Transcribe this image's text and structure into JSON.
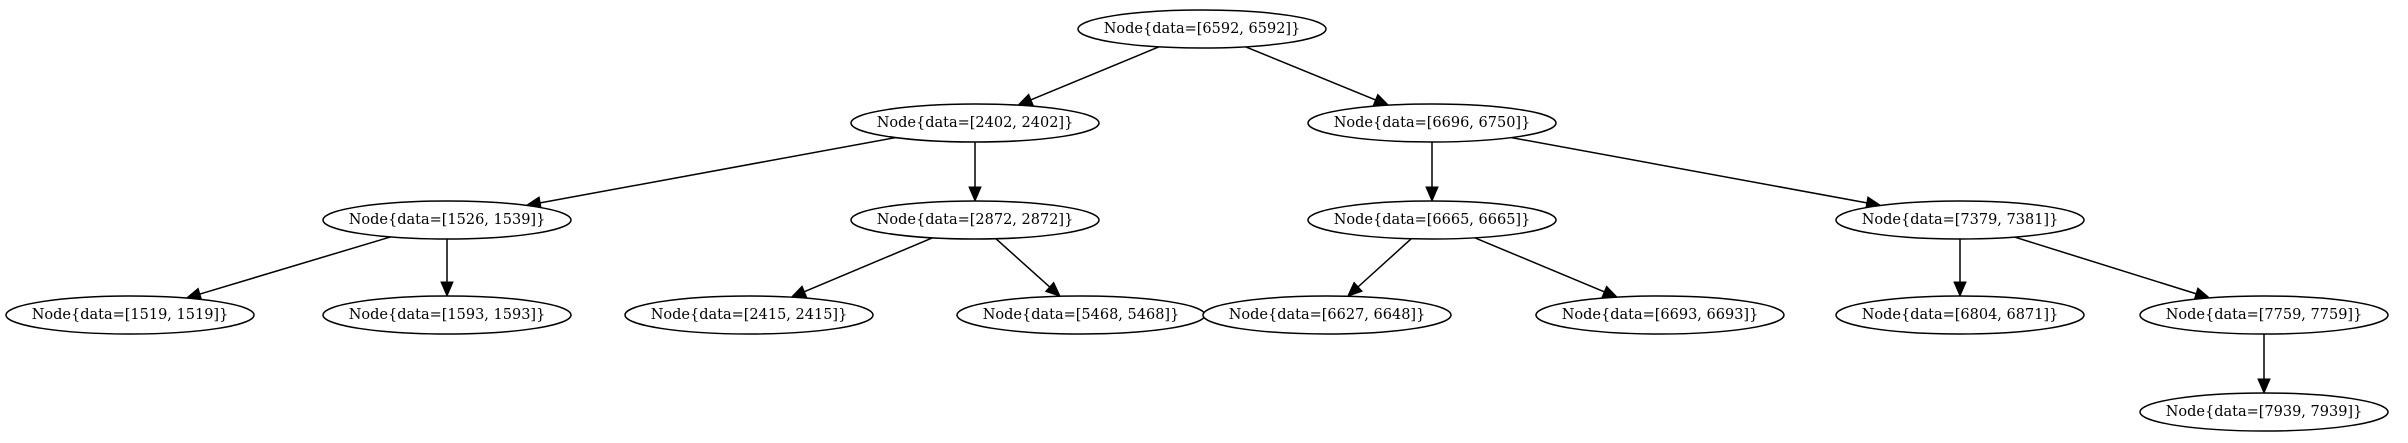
{
  "nodes": [
    {
      "id": "n6592",
      "label": "Node{data=[6592, 6592]}"
    },
    {
      "id": "n2402",
      "label": "Node{data=[2402, 2402]}"
    },
    {
      "id": "n6696",
      "label": "Node{data=[6696, 6750]}"
    },
    {
      "id": "n1526",
      "label": "Node{data=[1526, 1539]}"
    },
    {
      "id": "n2872",
      "label": "Node{data=[2872, 2872]}"
    },
    {
      "id": "n6665",
      "label": "Node{data=[6665, 6665]}"
    },
    {
      "id": "n7379",
      "label": "Node{data=[7379, 7381]}"
    },
    {
      "id": "n1519",
      "label": "Node{data=[1519, 1519]}"
    },
    {
      "id": "n1593",
      "label": "Node{data=[1593, 1593]}"
    },
    {
      "id": "n2415",
      "label": "Node{data=[2415, 2415]}"
    },
    {
      "id": "n5468",
      "label": "Node{data=[5468, 5468]}"
    },
    {
      "id": "n6627",
      "label": "Node{data=[6627, 6648]}"
    },
    {
      "id": "n6693",
      "label": "Node{data=[6693, 6693]}"
    },
    {
      "id": "n6804",
      "label": "Node{data=[6804, 6871]}"
    },
    {
      "id": "n7759",
      "label": "Node{data=[7759, 7759]}"
    },
    {
      "id": "n7939",
      "label": "Node{data=[7939, 7939]}"
    }
  ],
  "edges": [
    {
      "from": "n6592",
      "to": "n2402"
    },
    {
      "from": "n6592",
      "to": "n6696"
    },
    {
      "from": "n2402",
      "to": "n1526"
    },
    {
      "from": "n2402",
      "to": "n2872"
    },
    {
      "from": "n6696",
      "to": "n6665"
    },
    {
      "from": "n6696",
      "to": "n7379"
    },
    {
      "from": "n1526",
      "to": "n1519"
    },
    {
      "from": "n1526",
      "to": "n1593"
    },
    {
      "from": "n2872",
      "to": "n2415"
    },
    {
      "from": "n2872",
      "to": "n5468"
    },
    {
      "from": "n6665",
      "to": "n6627"
    },
    {
      "from": "n6665",
      "to": "n6693"
    },
    {
      "from": "n7379",
      "to": "n6804"
    },
    {
      "from": "n7379",
      "to": "n7759"
    },
    {
      "from": "n7759",
      "to": "n7939"
    }
  ]
}
